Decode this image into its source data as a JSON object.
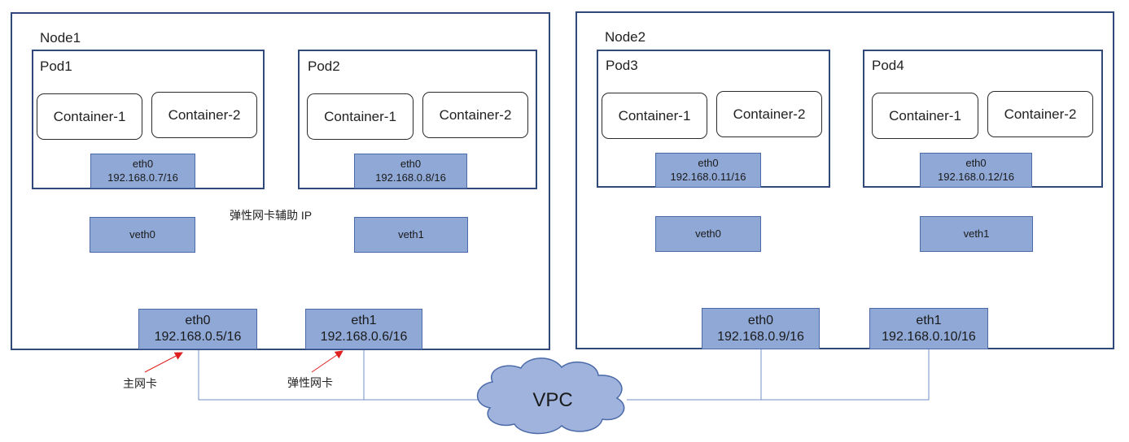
{
  "node1": {
    "title": "Node1",
    "pod1": {
      "title": "Pod1",
      "containers": [
        "Container-1",
        "Container-2"
      ],
      "eth0": {
        "name": "eth0",
        "ip": "192.168.0.7/16"
      }
    },
    "pod2": {
      "title": "Pod2",
      "containers": [
        "Container-1",
        "Container-2"
      ],
      "eth0": {
        "name": "eth0",
        "ip": "192.168.0.8/16"
      }
    },
    "veth0": "veth0",
    "veth1": "veth1",
    "eth0": {
      "name": "eth0",
      "ip": "192.168.0.5/16"
    },
    "eth1": {
      "name": "eth1",
      "ip": "192.168.0.6/16"
    }
  },
  "node2": {
    "title": "Node2",
    "pod3": {
      "title": "Pod3",
      "containers": [
        "Container-1",
        "Container-2"
      ],
      "eth0": {
        "name": "eth0",
        "ip": "192.168.0.11/16"
      }
    },
    "pod4": {
      "title": "Pod4",
      "containers": [
        "Container-1",
        "Container-2"
      ],
      "eth0": {
        "name": "eth0",
        "ip": "192.168.0.12/16"
      }
    },
    "veth0": "veth0",
    "veth1": "veth1",
    "eth0": {
      "name": "eth0",
      "ip": "192.168.0.9/16"
    },
    "eth1": {
      "name": "eth1",
      "ip": "192.168.0.10/16"
    }
  },
  "annotations": {
    "secondary_ip": "弹性网卡辅助 IP",
    "primary_nic": "主网卡",
    "elastic_nic": "弹性网卡"
  },
  "vpc": {
    "label": "VPC",
    "cloud_color": "#9fb3dd"
  },
  "colors": {
    "nic_fill": "#8fa8d6",
    "border": "#2f4a7a",
    "arrow": "#e02020",
    "line": "#6f8fc8"
  }
}
